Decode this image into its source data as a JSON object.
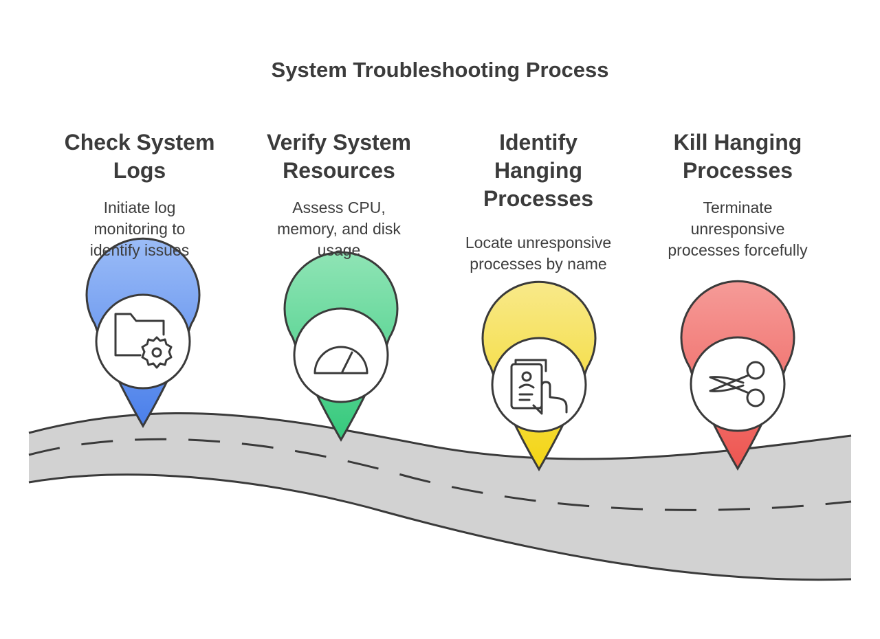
{
  "title": "System Troubleshooting Process",
  "steps": [
    {
      "title": "Check System\nLogs",
      "description": "Initiate log\nmonitoring to\nidentify issues",
      "icon": "folder-gear-icon",
      "color": "#5b8def"
    },
    {
      "title": "Verify System\nResources",
      "description": "Assess CPU,\nmemory, and disk\nusage",
      "icon": "gauge-icon",
      "color": "#3fcf84"
    },
    {
      "title": "Identify\nHanging\nProcesses",
      "description": "Locate unresponsive\nprocesses by name",
      "icon": "id-card-hand-icon",
      "color": "#f6dc2a"
    },
    {
      "title": "Kill Hanging\nProcesses",
      "description": "Terminate\nunresponsive\nprocesses forcefully",
      "icon": "scissors-icon",
      "color": "#f2625e"
    }
  ],
  "colors": {
    "road": "#d2d2d2",
    "outline": "#3a3a3a",
    "background": "#ffffff"
  }
}
